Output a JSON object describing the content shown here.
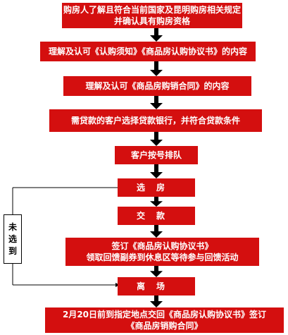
{
  "steps": [
    {
      "line1": "购房人了解且符合当前国家及昆明购房相关规定",
      "line2": "并确认具有购房资格"
    },
    {
      "line1": "理解及认可《认购须知》《商品房认购协议书》的内容"
    },
    {
      "line1": "理解及认可《商品房购销合同》的内容"
    },
    {
      "line1": "需贷款的客户选择贷款银行，并符合贷款条件"
    },
    {
      "line1": "客户按号排队"
    },
    {
      "line1": "选房"
    },
    {
      "line1": "交款"
    },
    {
      "line1": "签订《商品房认购协议书》",
      "line2": "领取回馈副券到休息区等待参与回馈活动"
    },
    {
      "line1": "离场"
    },
    {
      "line1": "2月20日前到指定地点交回《商品房认购协议书》签订",
      "line2": "《商品房销购合同》"
    }
  ],
  "side_label": [
    "未",
    "选",
    "到"
  ]
}
